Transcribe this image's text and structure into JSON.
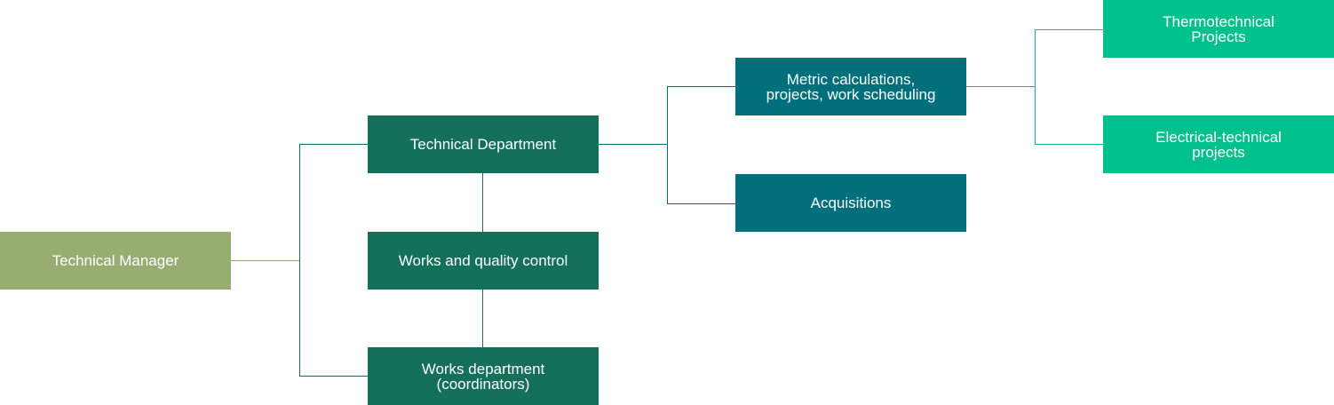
{
  "colors": {
    "manager": "#98ad71",
    "department": "#14705a",
    "sub_unit": "#006f7c",
    "project": "#00c08b",
    "connector_manager": "#98ad71",
    "connector_department": "#14705a",
    "connector_sub_unit": "#006f7c",
    "connector_project": "#00c08b"
  },
  "nodes": {
    "technical_manager": "Technical Manager",
    "technical_department": "Technical Department",
    "works_quality_control": "Works and quality control",
    "works_department": "Works department\n(coordinators)",
    "metric_calculations": "Metric calculations,\nprojects, work scheduling",
    "acquisitions": "Acquisitions",
    "thermotechnical_projects": "Thermotechnical\nProjects",
    "electrical_technical_projects": "Electrical-technical\nprojects"
  }
}
